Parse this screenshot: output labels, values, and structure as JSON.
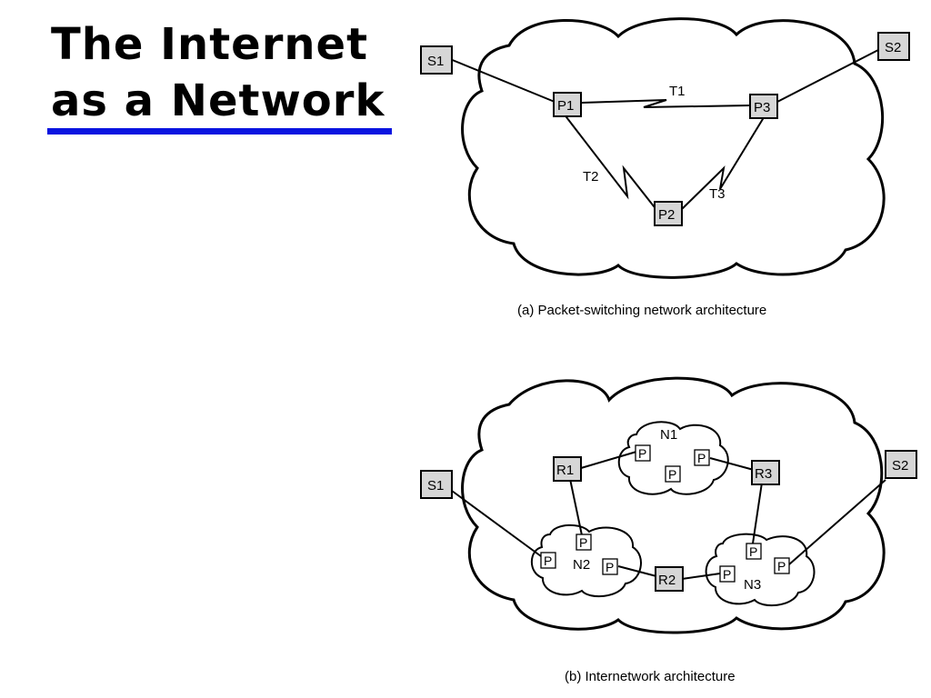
{
  "slide": {
    "title_line1": "The Internet",
    "title_line2": "as a Network",
    "accent_color": "#0a14e0"
  },
  "diagram_a": {
    "caption": "(a) Packet-switching network architecture",
    "nodes": {
      "s1": "S1",
      "s2": "S2",
      "p1": "P1",
      "p2": "P2",
      "p3": "P3"
    },
    "trunks": {
      "t1": "T1",
      "t2": "T2",
      "t3": "T3"
    }
  },
  "diagram_b": {
    "caption": "(b) Internetwork architecture",
    "nodes": {
      "s1": "S1",
      "s2": "S2",
      "r1": "R1",
      "r2": "R2",
      "r3": "R3"
    },
    "networks": {
      "n1": "N1",
      "n2": "N2",
      "n3": "N3"
    },
    "packet_node_label": "P"
  }
}
